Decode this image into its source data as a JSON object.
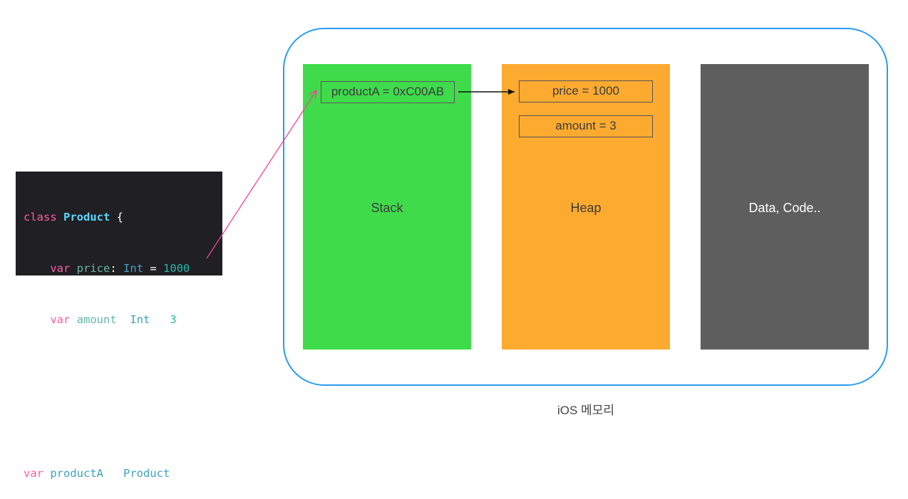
{
  "code": {
    "class_kw": "class",
    "class_name": "Product",
    "open_brace": " {",
    "var_kw": "var",
    "price_name": "price",
    "amount_name": "amount",
    "colon": ":",
    "int_type": "Int",
    "equals": " = ",
    "price_value": "1000",
    "amount_value": "3",
    "close_brace": "}",
    "instance_name": "productA",
    "call_parens": "()"
  },
  "regions": {
    "stack": "Stack",
    "heap": "Heap",
    "data": "Data, Code.."
  },
  "stack_box": "productA = 0xC00AB",
  "heap_boxes": {
    "price": "price = 1000",
    "amount": "amount = 3"
  },
  "caption": "iOS 메모리",
  "colors": {
    "stack": "#3fdb4b",
    "heap": "#fdaa30",
    "data": "#5e5e5e",
    "container_border": "#2a9cf0",
    "pink_arrow": "#f0449a",
    "code_bg": "#1f1f24"
  }
}
